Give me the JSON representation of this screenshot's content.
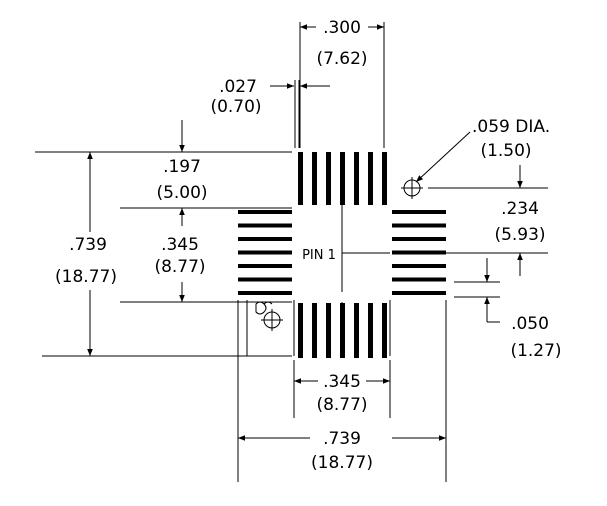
{
  "labels": {
    "top_width_in": ".300",
    "top_width_mm": "(7.62)",
    "pad_width_in": ".027",
    "pad_width_mm": "(0.70)",
    "hole_dia_in": ".059 DIA.",
    "hole_dia_mm": "(1.50)",
    "top_offset_in": ".197",
    "top_offset_mm": "(5.00)",
    "right_offset_in": ".234",
    "right_offset_mm": "(5.93)",
    "total_height_in": ".739",
    "total_height_mm": "(18.77)",
    "left_span_in": ".345",
    "left_span_mm": "(8.77)",
    "pin1": "PIN 1",
    "pitch_in": ".050",
    "pitch_mm": "(1.27)",
    "bottom_span_in": ".345",
    "bottom_span_mm": "(8.77)",
    "total_width_in": ".739",
    "total_width_mm": "(18.77)"
  },
  "colors": {
    "ink": "#000000",
    "background": "#ffffff"
  }
}
